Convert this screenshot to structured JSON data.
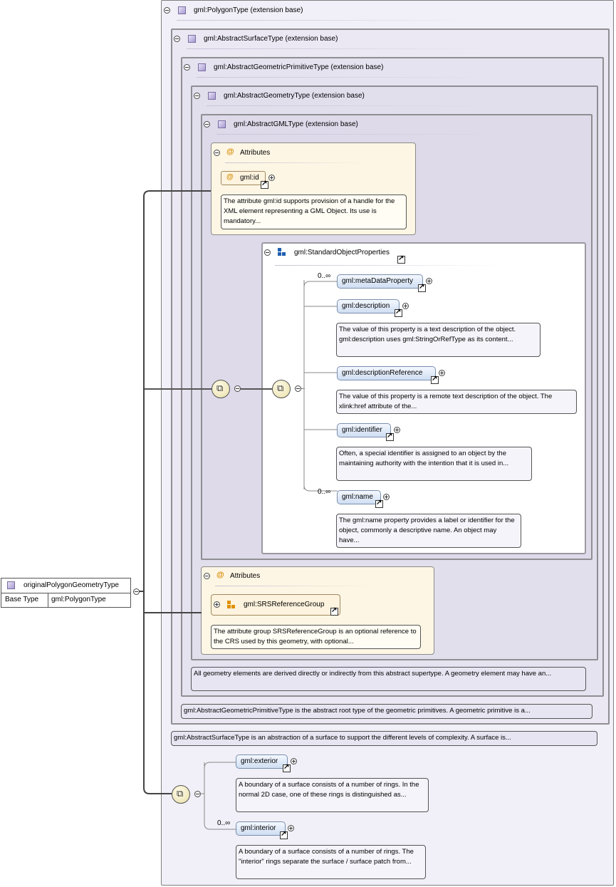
{
  "root": {
    "name": "originalPolygonGeometryType",
    "base_type_label": "Base Type",
    "base_type_value": "gml:PolygonType"
  },
  "extensions": {
    "polygon": "gml:PolygonType (extension base)",
    "abstract_surface": "gml:AbstractSurfaceType (extension base)",
    "abstract_geometric_primitive": "gml:AbstractGeometricPrimitiveType (extension base)",
    "abstract_geometry": "gml:AbstractGeometryType (extension base)",
    "abstract_gml": "gml:AbstractGMLType (extension base)"
  },
  "attributes_label": "Attributes",
  "gml_id": {
    "name": "gml:id",
    "doc": "The attribute gml:id supports provision of a handle for the XML element representing a GML Object. Its use is mandatory..."
  },
  "standard_object_properties": {
    "name": "gml:StandardObjectProperties",
    "elements": [
      {
        "name": "gml:metaDataProperty",
        "occurs": "0..∞",
        "doc": ""
      },
      {
        "name": "gml:description",
        "occurs": "",
        "doc": "The value of this property is a text description of the object. gml:description uses gml:StringOrRefType as its content..."
      },
      {
        "name": "gml:descriptionReference",
        "occurs": "",
        "doc": "The value of this property is a remote text description of the object. The xlink:href attribute of the..."
      },
      {
        "name": "gml:identifier",
        "occurs": "",
        "doc": "Often, a special identifier is assigned to an object by the maintaining authority with the intention that it is used in..."
      },
      {
        "name": "gml:name",
        "occurs": "0..∞",
        "doc": "The gml:name property provides a label or identifier for the object, commonly a descriptive name. An object may have..."
      }
    ]
  },
  "srs_group": {
    "name": "gml:SRSReferenceGroup",
    "doc": "The attribute group SRSReferenceGroup is an optional reference to the CRS used by this geometry, with optional..."
  },
  "docs": {
    "abstract_geometry": "All geometry elements are derived directly or indirectly from this abstract supertype. A geometry element may have an...",
    "abstract_geometric_primitive": "gml:AbstractGeometricPrimitiveType is the abstract root type of the geometric primitives. A geometric primitive is a...",
    "abstract_surface": "gml:AbstractSurfaceType is an abstraction of a surface to support the different levels of complexity. A surface is..."
  },
  "polygon_elements": [
    {
      "name": "gml:exterior",
      "occurs": "",
      "doc": "A boundary of a surface consists of a number of rings. In the normal 2D case, one of these rings is distinguished as..."
    },
    {
      "name": "gml:interior",
      "occurs": "0..∞",
      "doc": "A boundary of a surface consists of a number of rings. The \"interior\" rings separate the surface / surface patch from..."
    }
  ]
}
